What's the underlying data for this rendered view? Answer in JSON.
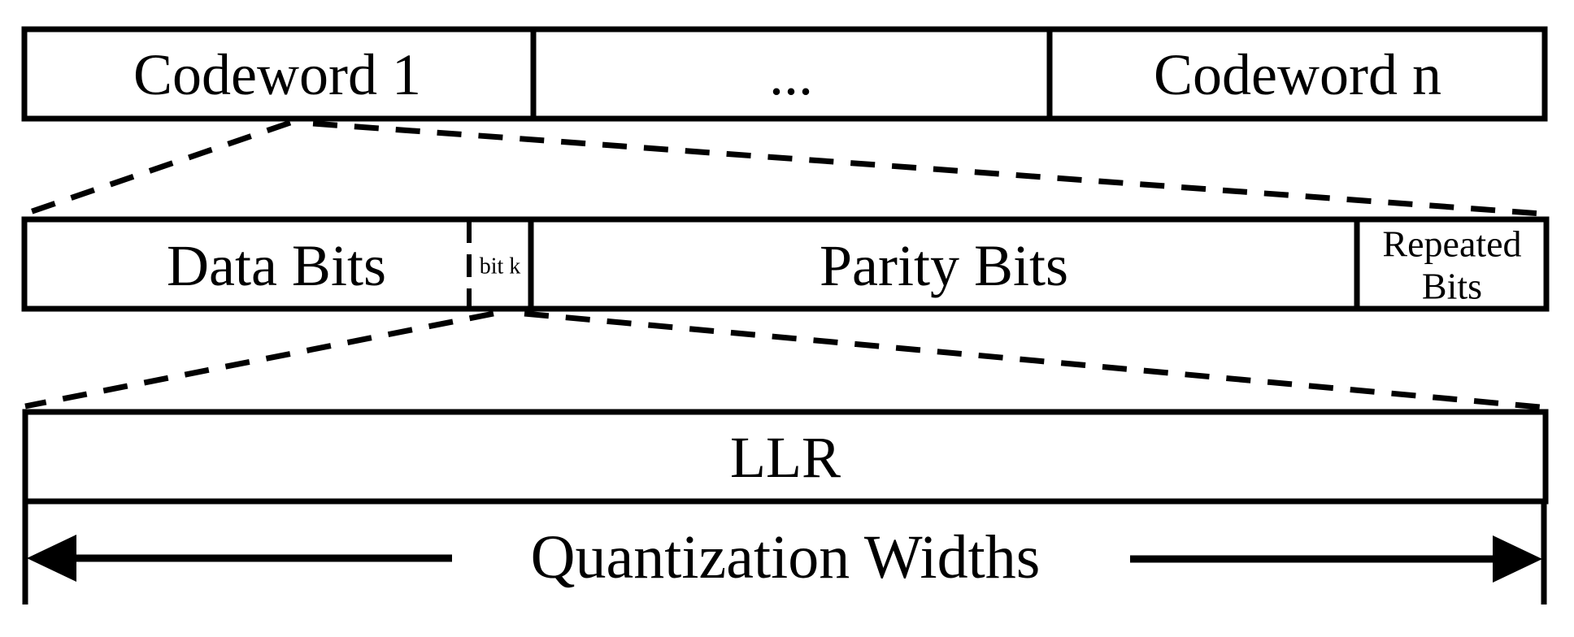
{
  "colors": {
    "line": "#000000",
    "background": "#ffffff"
  },
  "codeword_row": {
    "codeword_1": "Codeword 1",
    "ellipsis": "...",
    "codeword_n": "Codeword n"
  },
  "codeword_detail_row": {
    "data_bits": "Data Bits",
    "bit_k": "bit k",
    "parity_bits": "Parity Bits",
    "repeated_bits_line_1": "Repeated",
    "repeated_bits_line_2": "Bits"
  },
  "llr_row": {
    "llr": "LLR"
  },
  "quantization": {
    "label": "Quantization Widths"
  }
}
